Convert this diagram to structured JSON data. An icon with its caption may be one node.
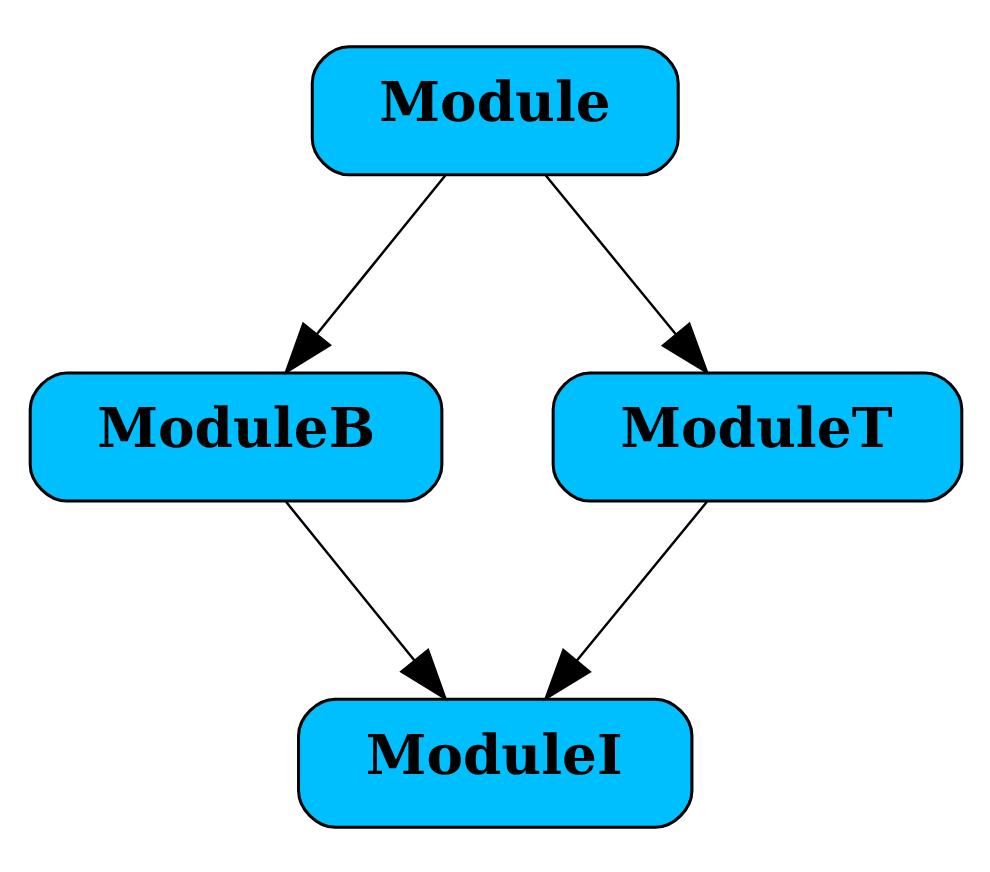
{
  "diagram": {
    "nodes": [
      {
        "text": [
          "Module"
        ]
      },
      {
        "text": [
          "ModuleB"
        ]
      },
      {
        "text": [
          "ModuleT"
        ]
      },
      {
        "text": [
          "ModuleI"
        ]
      }
    ],
    "edges": [
      {
        "from": 0,
        "to": 1,
        "arrow": "to"
      },
      {
        "from": 0,
        "to": 2,
        "arrow": "to"
      },
      {
        "from": 1,
        "to": 3,
        "arrow": "to"
      },
      {
        "from": 2,
        "to": 3,
        "arrow": "to"
      }
    ]
  }
}
